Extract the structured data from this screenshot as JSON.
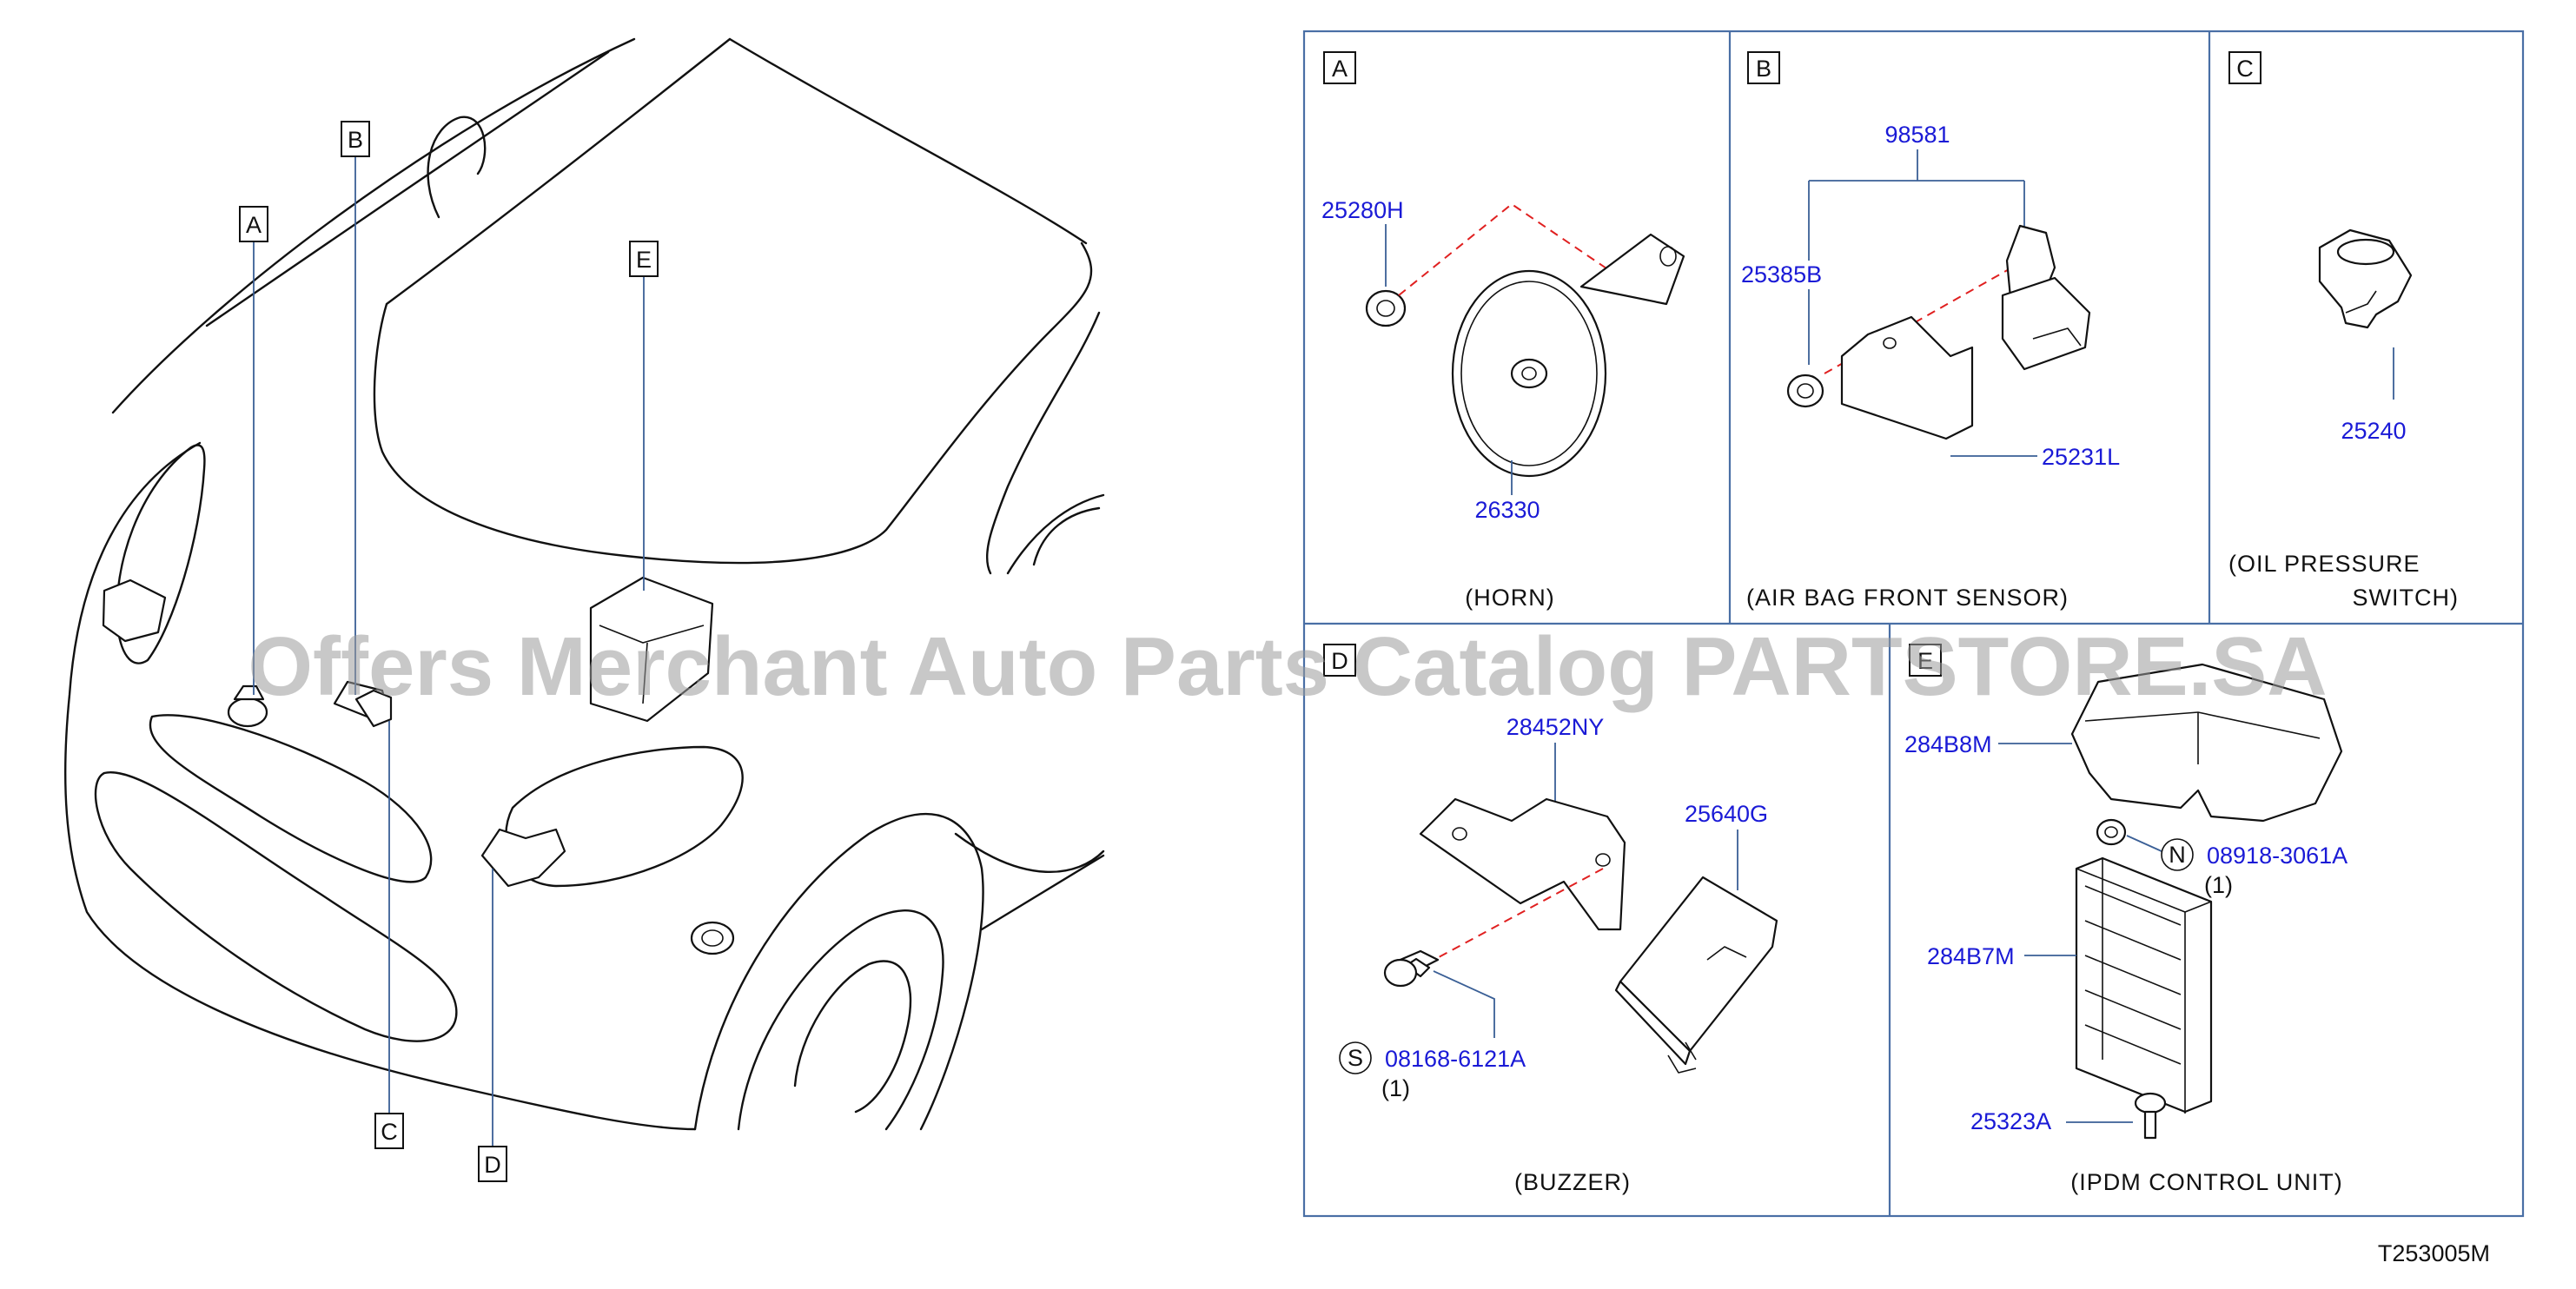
{
  "callouts": {
    "a": "A",
    "b": "B",
    "c": "C",
    "d": "D",
    "e": "E"
  },
  "panels": {
    "a": {
      "letter": "A",
      "caption": "(HORN)",
      "parts": {
        "nut": "25280H",
        "horn": "26330"
      }
    },
    "b": {
      "letter": "B",
      "caption": "(AIR   BAG   FRONT   SENSOR)",
      "parts": {
        "assembly": "98581",
        "nut": "25385B",
        "bracket": "25231L"
      }
    },
    "c": {
      "letter": "C",
      "caption_line1": "(OIL   PRESSURE",
      "caption_line2": "SWITCH)",
      "parts": {
        "switch": "25240"
      }
    },
    "d": {
      "letter": "D",
      "caption": "(BUZZER)",
      "parts": {
        "bracket": "28452NY",
        "buzzer": "25640G",
        "bolt": "08168-6121A",
        "bolt_symbol": "S",
        "bolt_qty": "(1)"
      }
    },
    "e": {
      "letter": "E",
      "caption": "(IPDM   CONTROL   UNIT)",
      "parts": {
        "cover": "284B8M",
        "nut": "08918-3061A",
        "nut_symbol": "N",
        "nut_qty": "(1)",
        "unit": "284B7M",
        "bolt": "25323A"
      }
    }
  },
  "diagram_code": "T253005M",
  "watermark": "Offers Merchant Auto Parts Catalog PARTSTORE.SA",
  "colors": {
    "part_number": "#1a1ad6",
    "frame": "#4a6fa5",
    "leader": "#3a5f96",
    "dash": "#e02020"
  }
}
